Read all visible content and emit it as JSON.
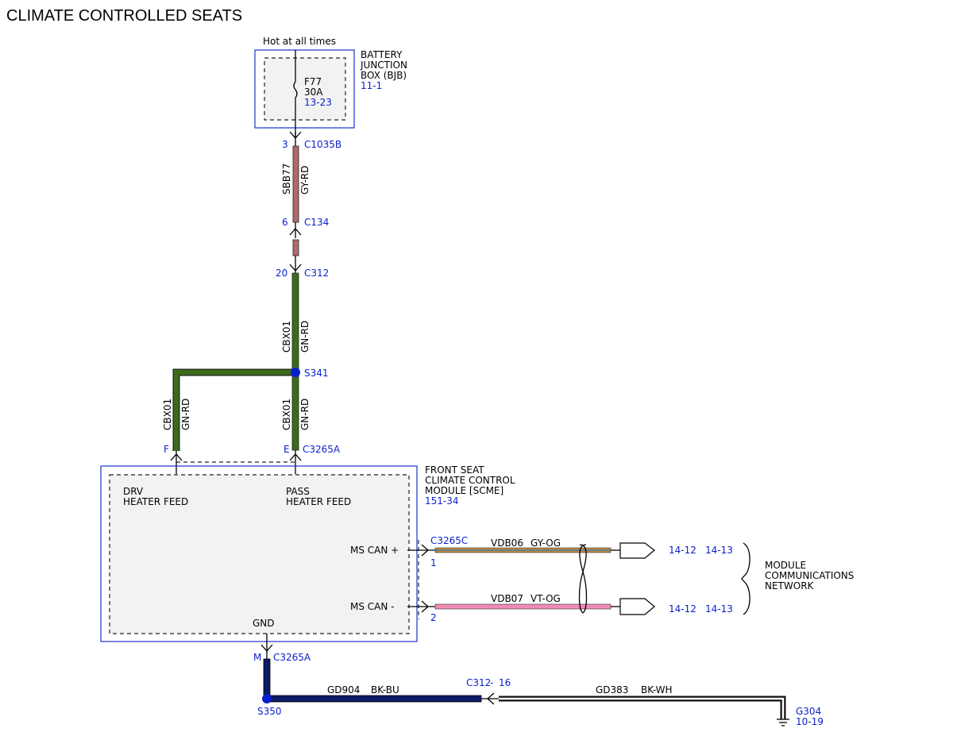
{
  "title": "CLIMATE CONTROLLED SEATS",
  "hot_label": "Hot at all times",
  "bjb": {
    "name_lines": [
      "BATTERY",
      "JUNCTION",
      "BOX (BJB)"
    ],
    "ref": "11-1",
    "fuse_name": "F77",
    "fuse_rating": "30A",
    "fuse_ref": "13-23"
  },
  "connectors": {
    "c1035b": {
      "pin": "3",
      "name": "C1035B"
    },
    "c134": {
      "pin": "6",
      "name": "C134"
    },
    "c312_top": {
      "pin": "20",
      "name": "C312"
    },
    "s341": "S341",
    "c3265a_f": "F",
    "c3265a_e": "E",
    "c3265a": "C3265A",
    "c3265c": "C3265C",
    "c3265c_pin1": "1",
    "c3265c_pin2": "2",
    "c3265a_m": "M",
    "c3265a_bottom": "C3265A",
    "s350": "S350",
    "c312_bottom": "C312",
    "c312_dash": "-",
    "c312_pin": "16"
  },
  "wires": {
    "sbb77": {
      "circuit": "SBB77",
      "color_code": "GY-RD"
    },
    "cbx01_main": {
      "circuit": "CBX01",
      "color_code": "GN-RD"
    },
    "cbx01_left": {
      "circuit": "CBX01",
      "color_code": "GN-RD"
    },
    "cbx01_right": {
      "circuit": "CBX01",
      "color_code": "GN-RD"
    },
    "vdb06": {
      "circuit": "VDB06",
      "color_code": "GY-OG"
    },
    "vdb07": {
      "circuit": "VDB07",
      "color_code": "VT-OG"
    },
    "gd904": {
      "circuit": "GD904",
      "color_code": "BK-BU"
    },
    "gd383": {
      "circuit": "GD383",
      "color_code": "BK-WH"
    }
  },
  "module": {
    "name_lines": [
      "FRONT SEAT",
      "CLIMATE CONTROL",
      "MODULE [SCME]"
    ],
    "ref": "151-34",
    "drv_lines": [
      "DRV",
      "HEATER FEED"
    ],
    "pass_lines": [
      "PASS",
      "HEATER FEED"
    ],
    "ms_can_plus": "MS CAN +",
    "ms_can_minus": "MS CAN -",
    "gnd": "GND"
  },
  "network": {
    "ref1_top": "14-12",
    "ref2_top": "14-13",
    "ref1_bottom": "14-12",
    "ref2_bottom": "14-13",
    "name_lines": [
      "MODULE",
      "COMMUNICATIONS",
      "NETWORK"
    ]
  },
  "ground": {
    "name": "G304",
    "ref": "10-19"
  },
  "colors": {
    "gy_rd": "#b06a6a",
    "gn_rd": "#3d6b1a",
    "gy_og": "#c08a3a",
    "vt_og": "#f08cb4",
    "bk_bu": "#0d1a66",
    "bk_wh": "#111111",
    "reference_blue": "#0a1fcc"
  }
}
